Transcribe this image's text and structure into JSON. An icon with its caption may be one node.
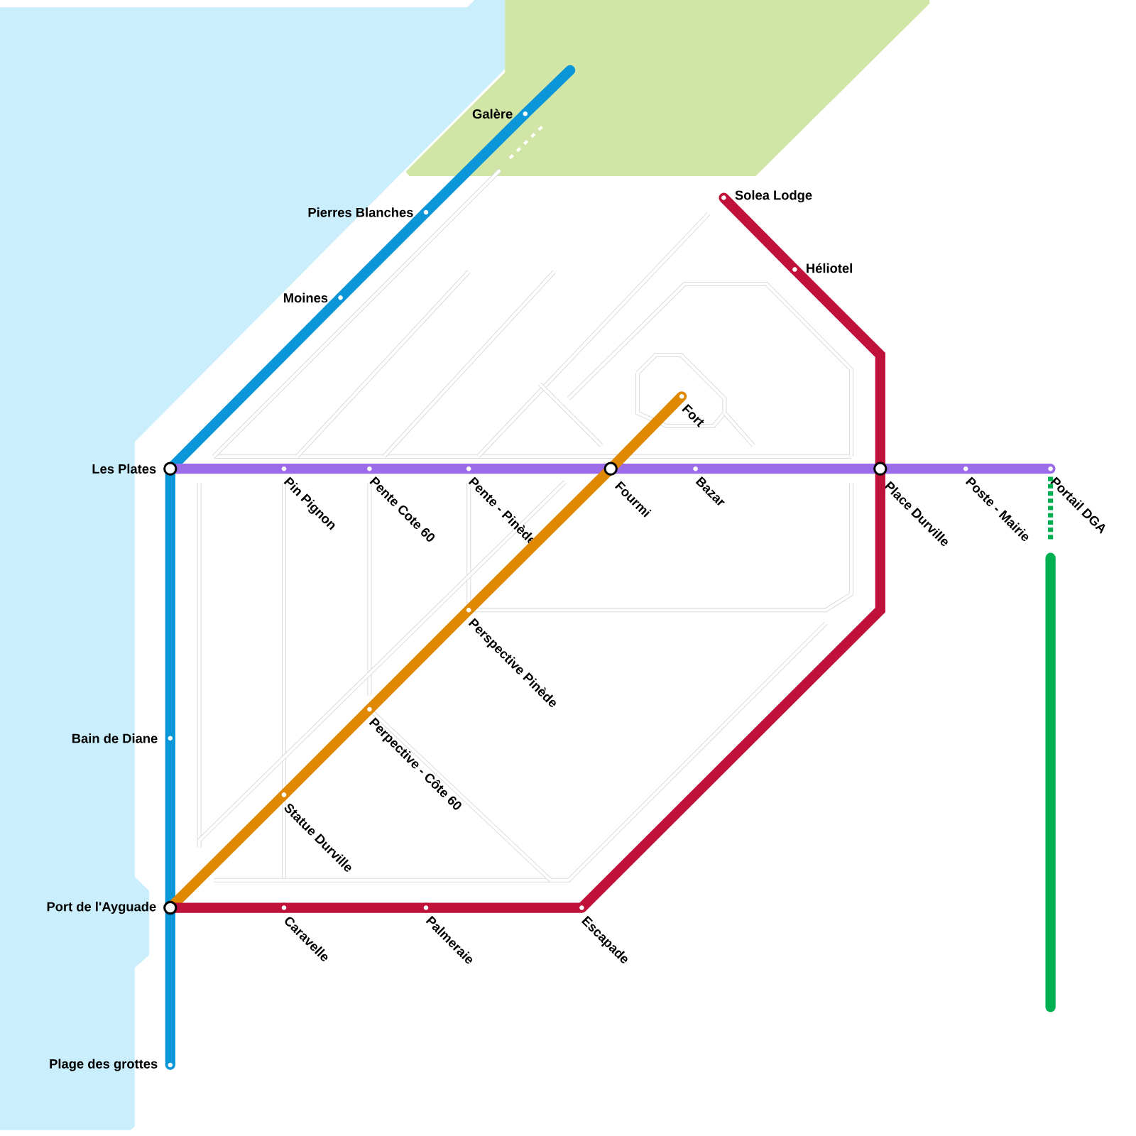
{
  "diagram": {
    "nodes": [
      {
        "text": [
          "Galère"
        ]
      },
      {
        "text": [
          "Solea Lodge"
        ]
      },
      {
        "text": [
          "Pierres Blanches"
        ]
      },
      {
        "text": [
          "Héliotel"
        ]
      },
      {
        "text": [
          "Moines"
        ]
      },
      {
        "text": [
          "Fort"
        ]
      },
      {
        "text": [
          "Les Plates"
        ]
      },
      {
        "text": [
          "Pin Pignon"
        ]
      },
      {
        "text": [
          "Pente Cote 60"
        ]
      },
      {
        "text": [
          "Pente - Pinède"
        ]
      },
      {
        "text": [
          "Fourmi"
        ]
      },
      {
        "text": [
          "Bazar"
        ]
      },
      {
        "text": [
          "Place Durville"
        ]
      },
      {
        "text": [
          "Poste - Mairie"
        ]
      },
      {
        "text": [
          "Portail DGA"
        ]
      },
      {
        "text": [
          "Perspective Pinède"
        ]
      },
      {
        "text": [
          "Perpective - Côte 60"
        ]
      },
      {
        "text": [
          "Bain de Diane"
        ]
      },
      {
        "text": [
          "Statue Durville"
        ]
      },
      {
        "text": [
          "Port de l'Ayguade"
        ]
      },
      {
        "text": [
          "Caravelle"
        ]
      },
      {
        "text": [
          "Palmeraie"
        ]
      },
      {
        "text": [
          "Escapade"
        ]
      },
      {
        "text": [
          "Plage des grottes"
        ]
      }
    ],
    "edges": [
      {
        "from": 0,
        "to": 2,
        "arrow": "none",
        "color": "#0a96d8"
      },
      {
        "from": 2,
        "to": 4,
        "arrow": "none",
        "color": "#0a96d8"
      },
      {
        "from": 4,
        "to": 6,
        "arrow": "none",
        "color": "#0a96d8"
      },
      {
        "from": 6,
        "to": 17,
        "arrow": "none",
        "color": "#0a96d8"
      },
      {
        "from": 17,
        "to": 19,
        "arrow": "none",
        "color": "#0a96d8"
      },
      {
        "from": 19,
        "to": 23,
        "arrow": "none",
        "color": "#0a96d8"
      },
      {
        "from": 6,
        "to": 7,
        "arrow": "none",
        "color": "#9b6bea"
      },
      {
        "from": 7,
        "to": 8,
        "arrow": "none",
        "color": "#9b6bea"
      },
      {
        "from": 8,
        "to": 9,
        "arrow": "none",
        "color": "#9b6bea"
      },
      {
        "from": 9,
        "to": 10,
        "arrow": "none",
        "color": "#9b6bea"
      },
      {
        "from": 10,
        "to": 11,
        "arrow": "none",
        "color": "#9b6bea"
      },
      {
        "from": 11,
        "to": 12,
        "arrow": "none",
        "color": "#9b6bea"
      },
      {
        "from": 12,
        "to": 13,
        "arrow": "none",
        "color": "#9b6bea"
      },
      {
        "from": 13,
        "to": 14,
        "arrow": "none",
        "color": "#9b6bea"
      },
      {
        "from": 19,
        "to": 18,
        "arrow": "none",
        "color": "#e08800"
      },
      {
        "from": 18,
        "to": 16,
        "arrow": "none",
        "color": "#e08800"
      },
      {
        "from": 16,
        "to": 15,
        "arrow": "none",
        "color": "#e08800"
      },
      {
        "from": 15,
        "to": 10,
        "arrow": "none",
        "color": "#e08800"
      },
      {
        "from": 10,
        "to": 5,
        "arrow": "none",
        "color": "#e08800"
      },
      {
        "from": 1,
        "to": 3,
        "arrow": "none",
        "color": "#bf1139"
      },
      {
        "from": 3,
        "to": 12,
        "arrow": "none",
        "color": "#bf1139"
      },
      {
        "from": 12,
        "to": 22,
        "arrow": "none",
        "color": "#bf1139"
      },
      {
        "from": 22,
        "to": 21,
        "arrow": "none",
        "color": "#bf1139"
      },
      {
        "from": 21,
        "to": 20,
        "arrow": "none",
        "color": "#bf1139"
      },
      {
        "from": 20,
        "to": 19,
        "arrow": "none",
        "color": "#bf1139"
      },
      {
        "from": 14,
        "to": null,
        "arrow": "none",
        "style": "dashed",
        "color": "#00b050"
      }
    ]
  }
}
